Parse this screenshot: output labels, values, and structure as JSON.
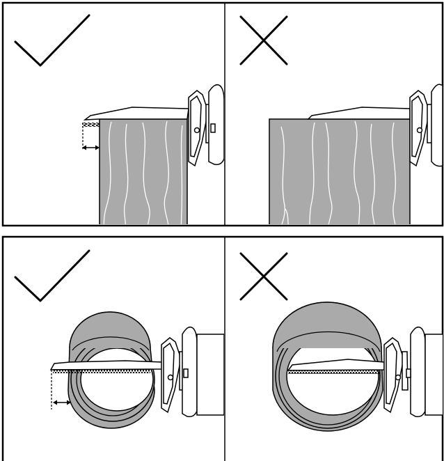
{
  "figure": {
    "panels": [
      {
        "position": "top-left",
        "mark": "check",
        "mark_icon": "checkmark-icon",
        "subject": "wood-block",
        "blade_gap": true
      },
      {
        "position": "top-right",
        "mark": "cross",
        "mark_icon": "cross-icon",
        "subject": "wood-block",
        "blade_gap": false
      },
      {
        "position": "bottom-left",
        "mark": "check",
        "mark_icon": "checkmark-icon",
        "subject": "pipe",
        "blade_gap": true
      },
      {
        "position": "bottom-right",
        "mark": "cross",
        "mark_icon": "cross-icon",
        "subject": "pipe",
        "blade_gap": false
      }
    ],
    "colors": {
      "outline": "#000000",
      "material_fill": "#aaaaaa",
      "grain": "#ffffff",
      "background": "#ffffff"
    }
  }
}
